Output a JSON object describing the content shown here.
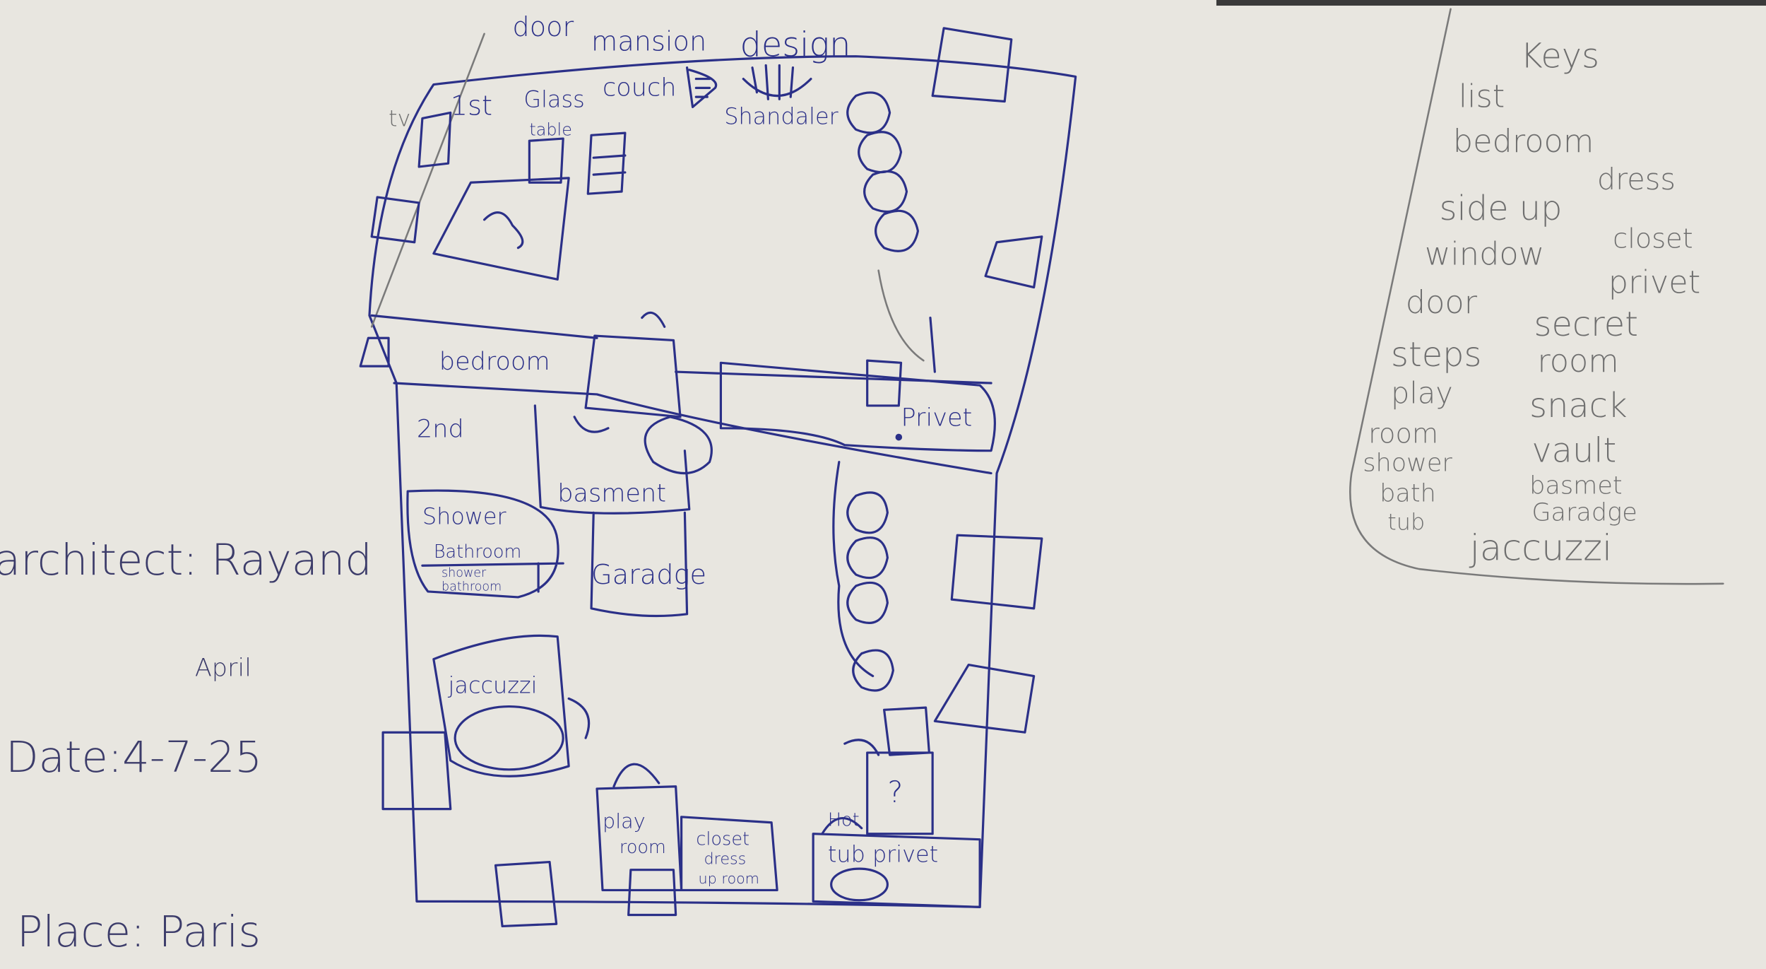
{
  "plan": {
    "title_word1": "mansion",
    "title_word2": "design",
    "labels": {
      "door": "door",
      "tv": "tv",
      "first": "1st",
      "glass": "Glass",
      "table": "table",
      "couch": "couch",
      "chandelier": "Shandaler",
      "bedroom": "bedroom",
      "second": "2nd",
      "basement": "basment",
      "shower": "Shower",
      "bathroom": "Bathroom",
      "shower_small": "shower",
      "bathroom_small": "bathroom",
      "garage": "Garadge",
      "privet_top": "Privet",
      "jacuzzi": "jaccuzzi",
      "play": "play",
      "play_room": "room",
      "closet": "closet",
      "dress": "dress",
      "up_room": "up room",
      "hot": "Hot",
      "tub_privet": "tub privet",
      "question": "?"
    }
  },
  "info": {
    "architect": "architect: Rayand",
    "month": "April",
    "date": "Date:4-7-25",
    "place": "Place: Paris"
  },
  "keys": {
    "title": "Keys",
    "left": [
      "list",
      "bedroom",
      "side up",
      "window",
      "door",
      "steps",
      "play",
      "room",
      "shower",
      "bath",
      "tub"
    ],
    "right": [
      "dress",
      "closet",
      "privet",
      "secret",
      "room",
      "snack",
      "vault",
      "basmet",
      "Garadge",
      "jaccuzzi"
    ]
  },
  "colors": {
    "paper": "#e8e6e0",
    "pen": "#2b3088",
    "pencil": "#7a7a7a"
  }
}
